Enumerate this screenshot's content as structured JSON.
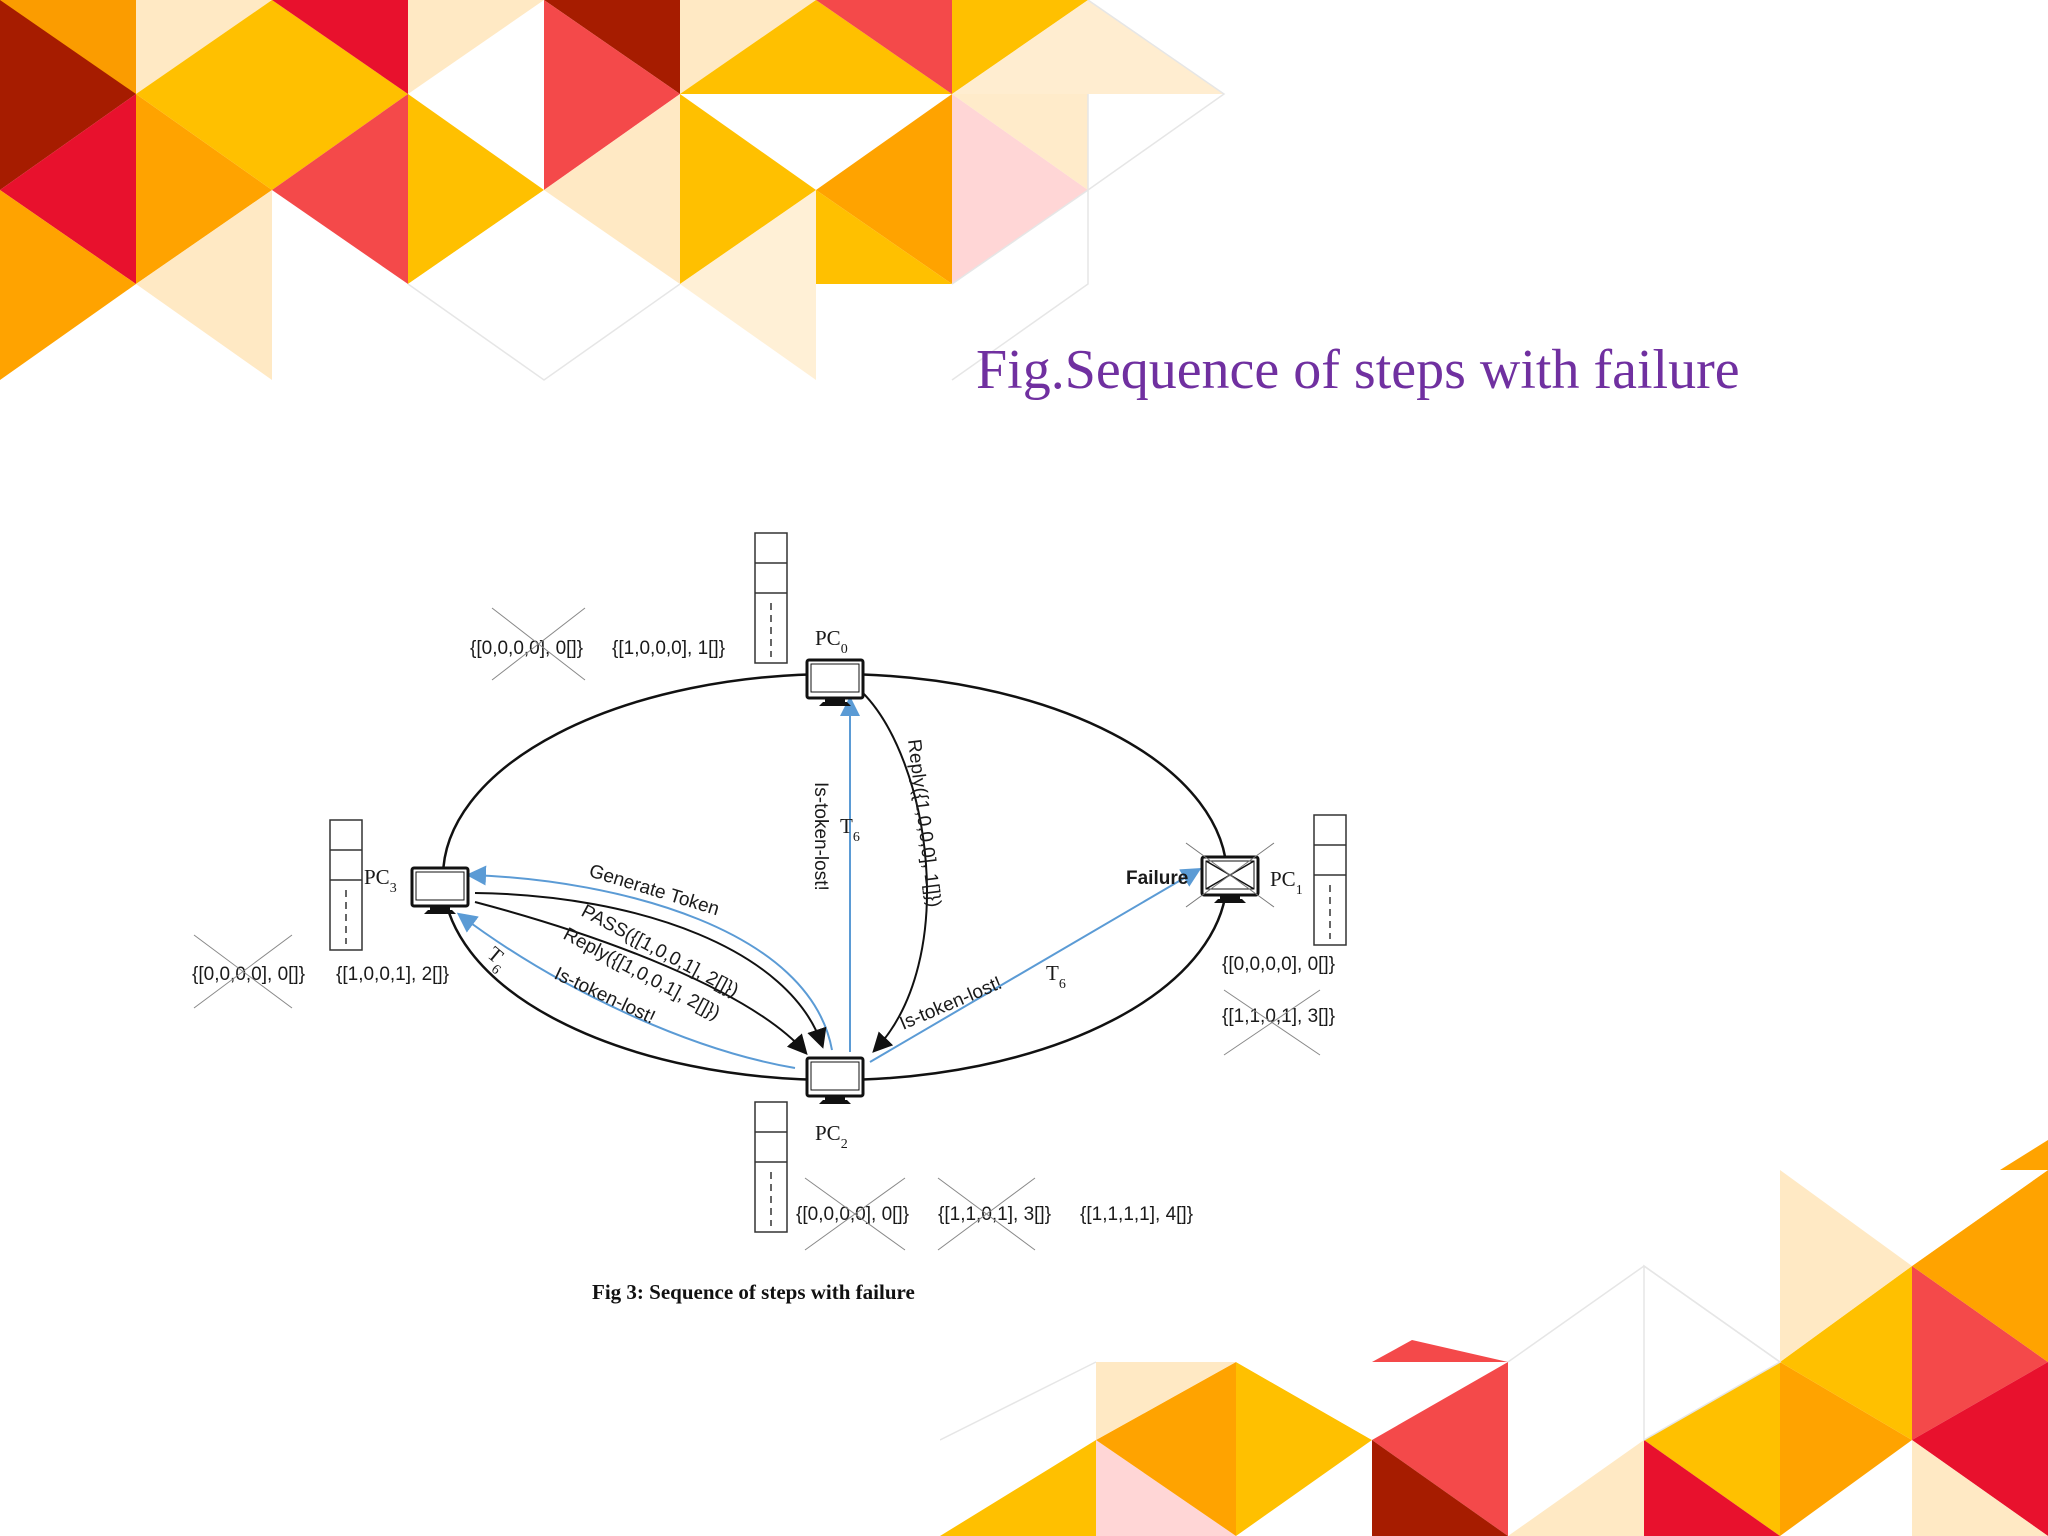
{
  "slide": {
    "title": "Fig.Sequence of steps with failure"
  },
  "diagram": {
    "caption": "Fig 3: Sequence of steps with failure",
    "nodes": {
      "pc0": {
        "name": "PC",
        "sub": "0"
      },
      "pc1": {
        "name": "PC",
        "sub": "1",
        "status": "Failure"
      },
      "pc2": {
        "name": "PC",
        "sub": "2"
      },
      "pc3": {
        "name": "PC",
        "sub": "3"
      }
    },
    "states": {
      "pc0": [
        "{[0,0,0,0], 0[]}",
        "{[1,0,0,0], 1[]}"
      ],
      "pc1": [
        "{[0,0,0,0], 0[]}",
        "{[1,1,0,1], 3[]}"
      ],
      "pc2": [
        "{[0,0,0,0], 0[]}",
        "{[1,1,0,1], 3[]}",
        "{[1,1,1,1], 4[]}"
      ],
      "pc3": [
        "{[0,0,0,0], 0[]}",
        "{[1,0,0,1], 2[]}"
      ]
    },
    "messages": {
      "generate_token": "Generate Token",
      "pass": "PASS({[1,0,0,1], 2[]})",
      "reply_pc3": "Reply({[1,0,0,1], 2[]})",
      "is_token_lost_pc3": "Is-token-lost!",
      "is_token_lost_pc0": "Is-token-lost!",
      "reply_pc0": "Reply({1,0,0,0], 1[]})",
      "is_token_lost_pc1": "Is-token-lost!",
      "timer": "T",
      "timer_sub": "6"
    }
  }
}
